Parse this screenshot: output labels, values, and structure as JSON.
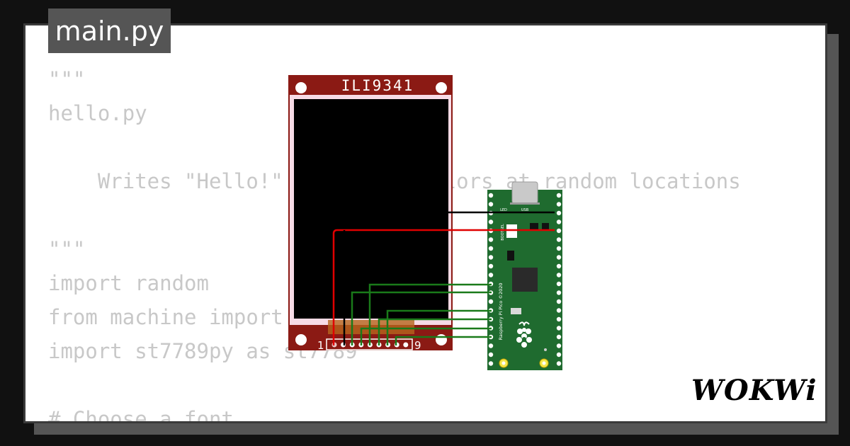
{
  "tab": {
    "filename": "main.py"
  },
  "code_lines": [
    "\"\"\"",
    "hello.py",
    "",
    "    Writes \"Hello!\" in random colors at random locations",
    "",
    "\"\"\"",
    "import random",
    "from machine import Pin, SPI",
    "import st7789py as st7789",
    "",
    "# Choose a font"
  ],
  "display": {
    "label": "ILI9341",
    "pin_start": "1",
    "pin_end": "9",
    "board_color": "#8b1a14",
    "screen_color": "#000000"
  },
  "pico": {
    "silkscreen": "Raspberry Pi Pico ©2020",
    "led_label": "LED",
    "usb_label": "USB",
    "bootsel_label": "BOOTSEL",
    "board_color": "#1f6b2f"
  },
  "wires": {
    "gnd": "#000000",
    "vcc": "#e00000",
    "data": "#1a7a1a"
  },
  "brand": {
    "logo": "WOKWi"
  }
}
